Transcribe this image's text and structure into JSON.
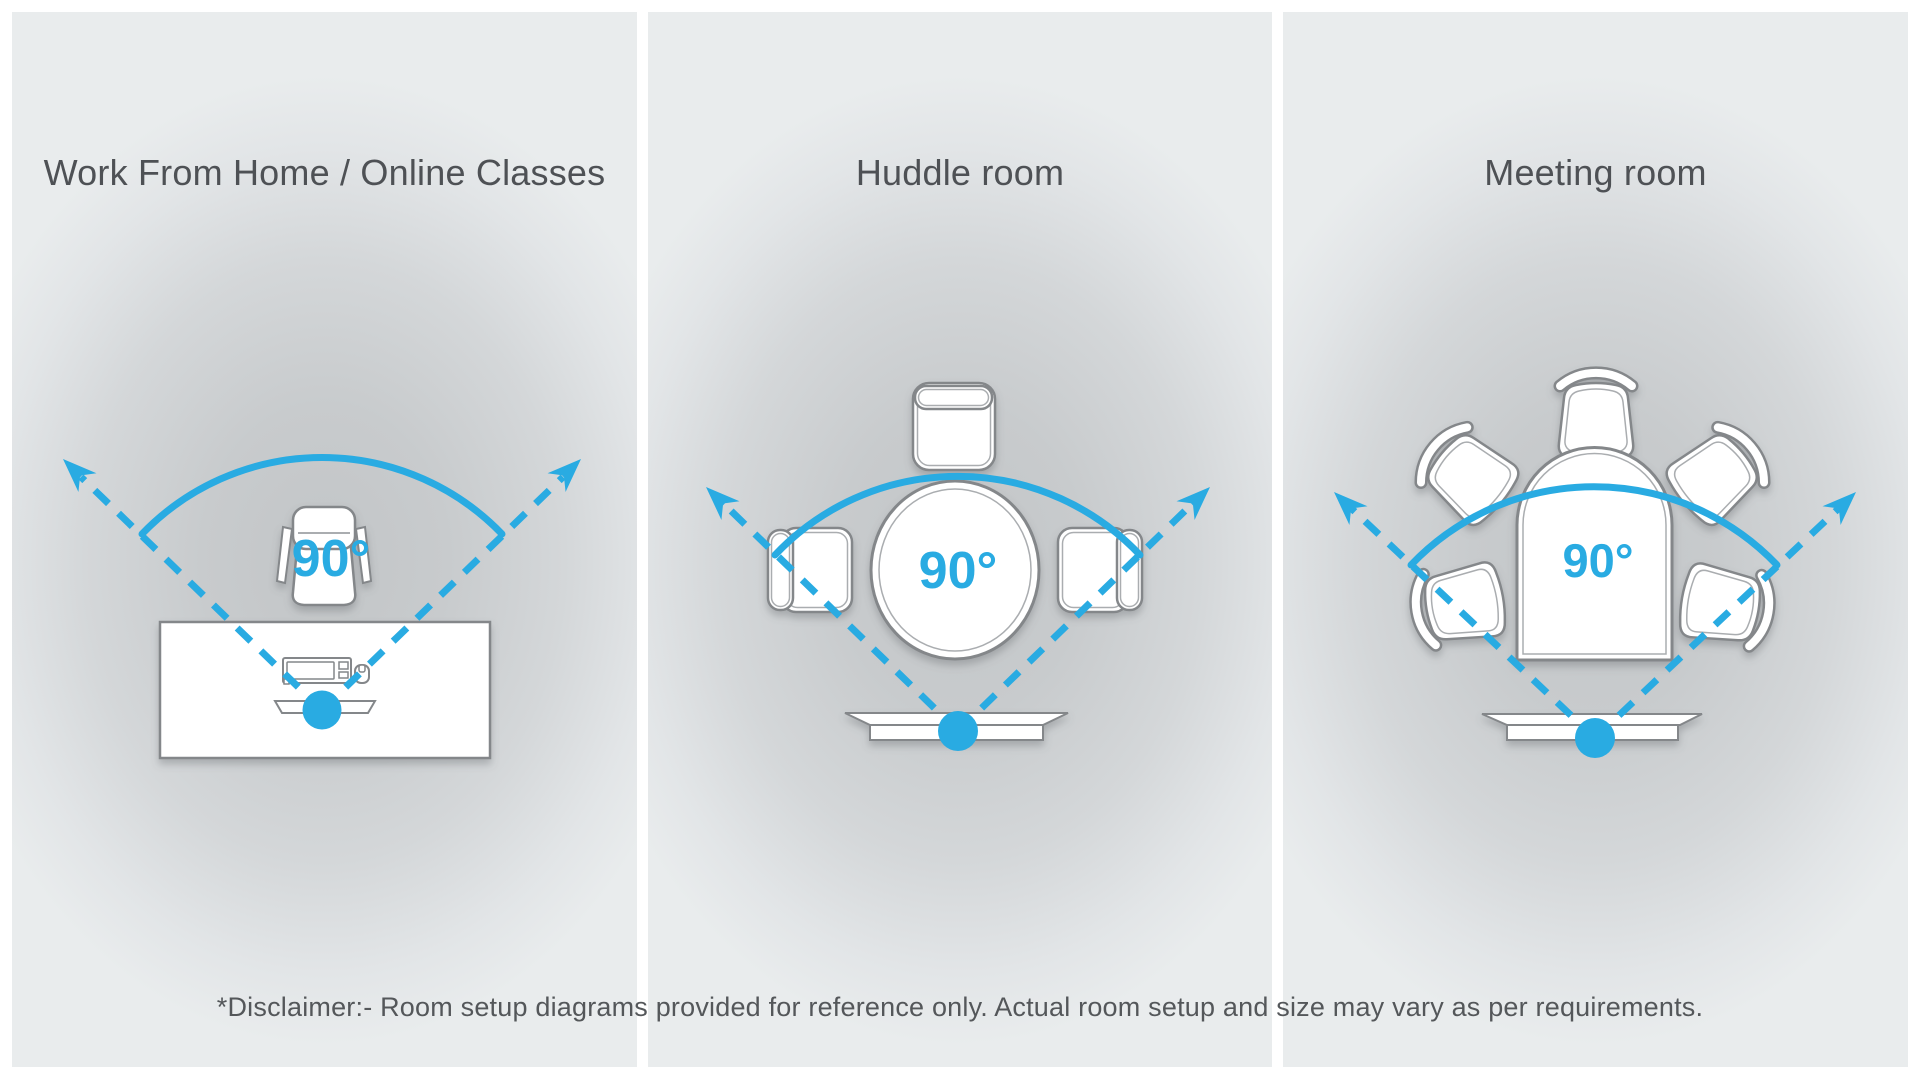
{
  "panels": [
    {
      "id": "work-from-home",
      "title": "Work From Home / Online Classes",
      "fov_label": "90°"
    },
    {
      "id": "huddle-room",
      "title": "Huddle room",
      "fov_label": "90°"
    },
    {
      "id": "meeting-room",
      "title": "Meeting room",
      "fov_label": "90°"
    }
  ],
  "disclaimer": "*Disclaimer:- Room setup diagrams provided for reference only. Actual room setup and size may vary as per requirements.",
  "colors": {
    "accent_blue": "#29abe2",
    "furniture_fill": "#ffffff",
    "furniture_outline": "#84878a",
    "furniture_inner_line": "#aaadb0",
    "panel_gradient_center": "#c2c5c7",
    "panel_gradient_edge": "#e9eced",
    "title_text": "#4e5155",
    "disclaimer_text": "#54575a"
  }
}
